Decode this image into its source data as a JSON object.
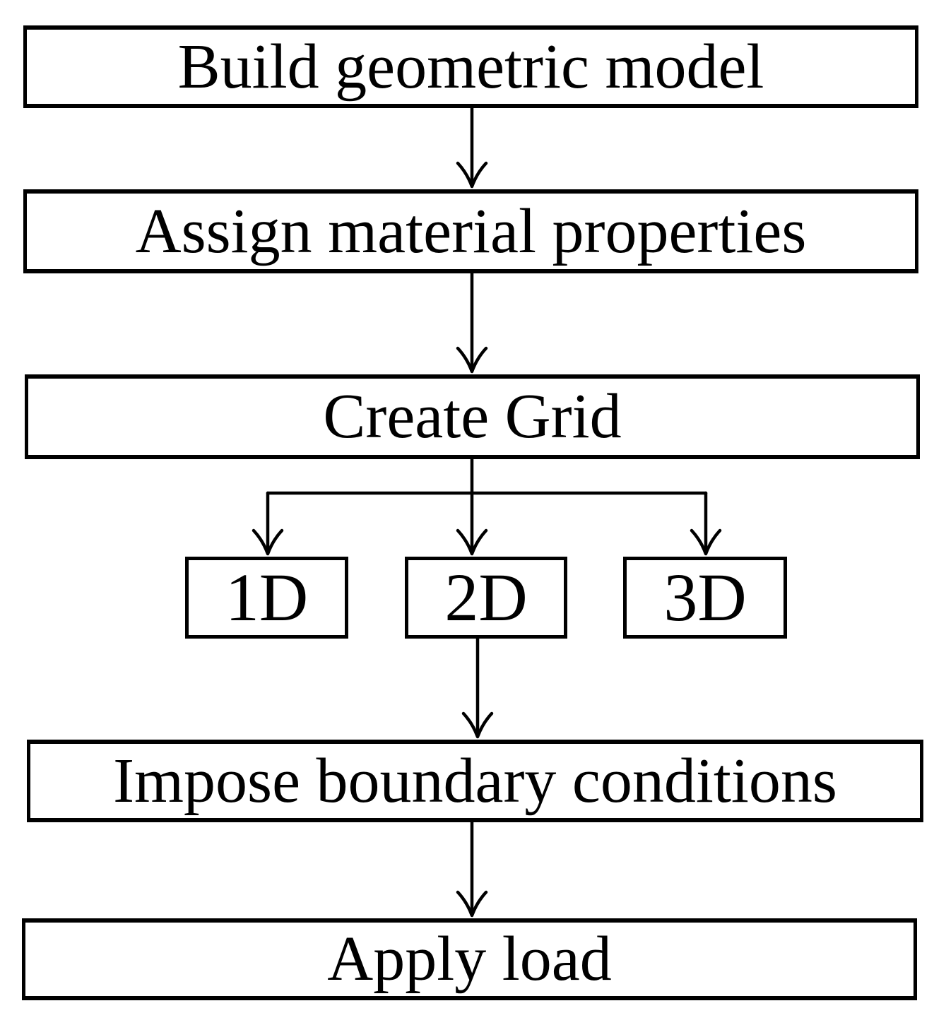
{
  "diagram": {
    "background_color": "#ffffff",
    "box_fill_color": "#ffffff",
    "line_color": "#000000",
    "nodes": {
      "build": "Build geometric model",
      "assign": "Assign material properties",
      "create_grid": "Create Grid",
      "grid_1d": "1D",
      "grid_2d": "2D",
      "grid_3d": "3D",
      "impose": "Impose boundary conditions",
      "apply_load": "Apply load"
    },
    "edges": [
      {
        "from": "build",
        "to": "assign"
      },
      {
        "from": "assign",
        "to": "create_grid"
      },
      {
        "from": "create_grid",
        "to": "grid_1d"
      },
      {
        "from": "create_grid",
        "to": "grid_2d"
      },
      {
        "from": "create_grid",
        "to": "grid_3d"
      },
      {
        "from": "grid_2d",
        "to": "impose"
      },
      {
        "from": "impose",
        "to": "apply_load"
      }
    ]
  }
}
